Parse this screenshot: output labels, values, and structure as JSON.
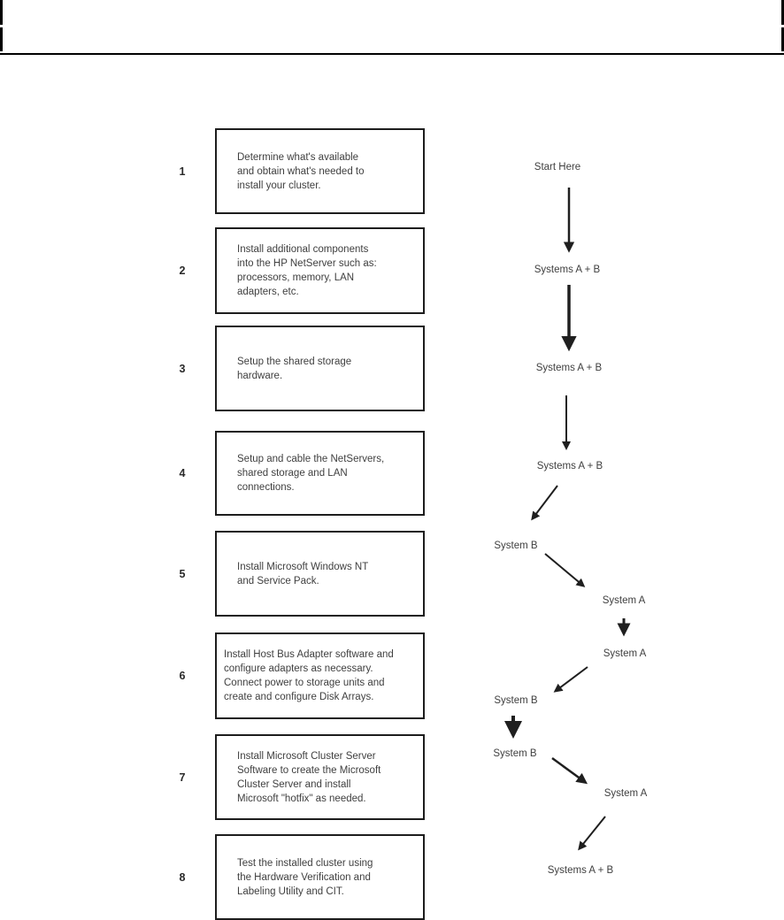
{
  "steps": [
    {
      "number": "1",
      "text": "Determine what's available\nand obtain what's needed to\ninstall your cluster."
    },
    {
      "number": "2",
      "text": "Install additional components\ninto the HP NetServer such as:\nprocessors, memory, LAN\nadapters, etc."
    },
    {
      "number": "3",
      "text": "Setup the shared storage\nhardware."
    },
    {
      "number": "4",
      "text": "Setup and cable the NetServers,\nshared storage and LAN\nconnections."
    },
    {
      "number": "5",
      "text": "Install Microsoft Windows NT\nand Service Pack."
    },
    {
      "number": "6",
      "text": "Install Host Bus Adapter software and\nconfigure adapters as necessary.\nConnect power to storage units and\ncreate and configure Disk Arrays."
    },
    {
      "number": "7",
      "text": "Install Microsoft Cluster Server\nSoftware to create the Microsoft\nCluster Server and install\nMicrosoft \"hotfix\" as needed."
    },
    {
      "number": "8",
      "text": "Test the installed cluster using\nthe Hardware Verification and\nLabeling Utility and CIT."
    }
  ],
  "flow": {
    "labels": [
      {
        "text": "Start Here"
      },
      {
        "text": "Systems A + B"
      },
      {
        "text": "Systems A + B"
      },
      {
        "text": "Systems A + B"
      },
      {
        "text": "System B"
      },
      {
        "text": "System A"
      },
      {
        "text": "System A"
      },
      {
        "text": "System B"
      },
      {
        "text": "System B"
      },
      {
        "text": "System A"
      },
      {
        "text": "Systems A + B"
      }
    ]
  },
  "colors": {
    "text": "#3f3f3f",
    "line": "#1f1f1f",
    "border": "#1d1d1d",
    "background": "#ffffff"
  }
}
